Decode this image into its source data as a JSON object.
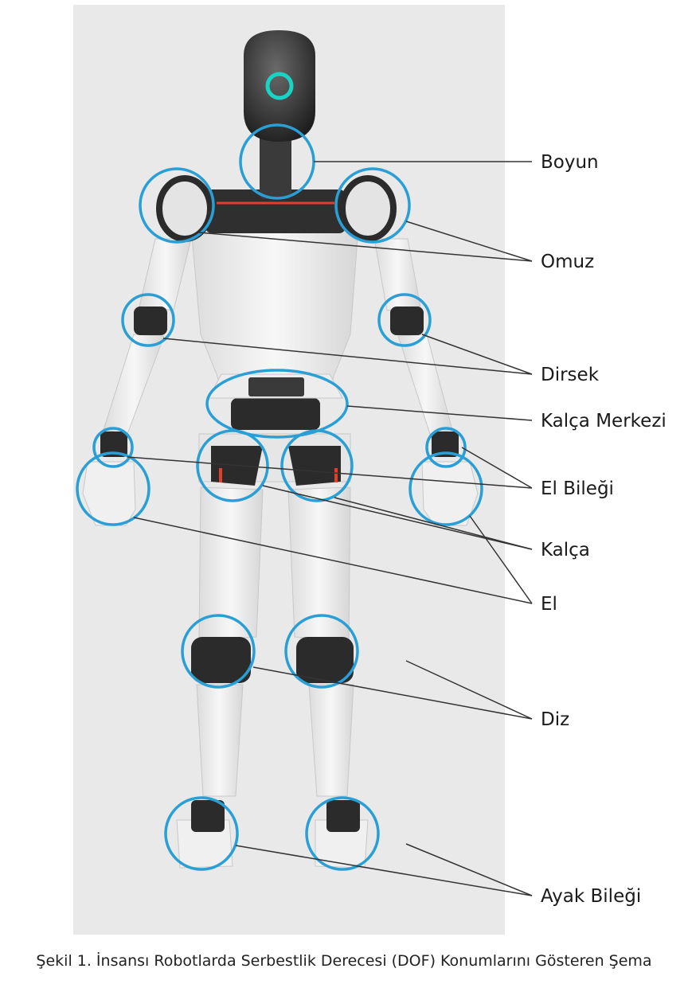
{
  "figure": {
    "caption": "Şekil 1. İnsansı Robotlarda Serbestlik Derecesi (DOF) Konumlarını Gösteren Şema",
    "labels": {
      "neck": "Boyun",
      "shoulder": "Omuz",
      "elbow": "Dirsek",
      "hip_center": "Kalça Merkezi",
      "wrist": "El Bileği",
      "hip": "Kalça",
      "hand": "El",
      "knee": "Diz",
      "ankle": "Ayak Bileği"
    },
    "colors": {
      "background_panel": "#e9e9e9",
      "robot_shell": "#f3f3f3",
      "robot_dark": "#2b2b2b",
      "joint_circle": "#2a9fd6",
      "eye_glow": "#19d3c5",
      "accent_red": "#e0402a",
      "leader_line": "#333333"
    }
  }
}
